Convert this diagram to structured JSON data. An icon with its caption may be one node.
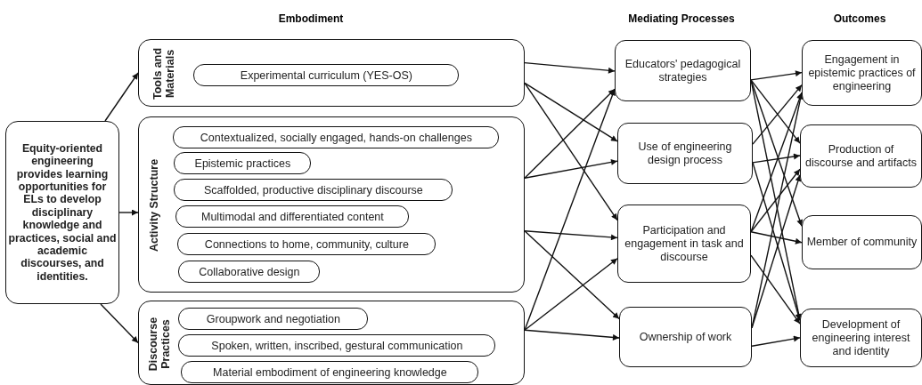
{
  "diagram": {
    "nodes": [
      {
        "text": [
          "Equity-oriented engineering provides learning opportunities for ELs to develop disciplinary knowledge and practices, social and academic discourses, and identities."
        ]
      },
      {
        "text": [
          "Tools and Materials"
        ]
      },
      {
        "text": [
          "Experimental curriculum (YES-OS)"
        ],
        "in": 1
      },
      {
        "text": [
          "Activity Structure"
        ]
      },
      {
        "text": [
          "Contextualized, socially engaged, hands-on challenges"
        ],
        "in": 3
      },
      {
        "text": [
          "Epistemic practices"
        ],
        "in": 3
      },
      {
        "text": [
          "Scaffolded, productive disciplinary discourse"
        ],
        "in": 3
      },
      {
        "text": [
          "Multimodal and differentiated content"
        ],
        "in": 3
      },
      {
        "text": [
          "Connections to home, community, culture"
        ],
        "in": 3
      },
      {
        "text": [
          "Collaborative design"
        ],
        "in": 3
      },
      {
        "text": [
          "Discourse Practices"
        ]
      },
      {
        "text": [
          "Groupwork and negotiation"
        ],
        "in": 10
      },
      {
        "text": [
          "Spoken, written, inscribed, gestural communication"
        ],
        "in": 10
      },
      {
        "text": [
          "Material embodiment of engineering knowledge"
        ],
        "in": 10
      },
      {
        "text": [
          "Educators' pedagogical strategies"
        ]
      },
      {
        "text": [
          "Use of engineering design process"
        ]
      },
      {
        "text": [
          "Participation and engagement in task and discourse"
        ]
      },
      {
        "text": [
          "Ownership of work"
        ]
      },
      {
        "text": [
          "Engagement in epistemic practices of engineering"
        ]
      },
      {
        "text": [
          "Production of discourse and artifacts"
        ]
      },
      {
        "text": [
          "Member of community"
        ]
      },
      {
        "text": [
          "Development of engineering interest and identity"
        ]
      }
    ],
    "edges": [
      {
        "from": 0,
        "to": 1,
        "arrow": "to"
      },
      {
        "from": 0,
        "to": 3,
        "arrow": "to"
      },
      {
        "from": 0,
        "to": 10,
        "arrow": "to"
      },
      {
        "from": 1,
        "to": 14,
        "arrow": "to"
      },
      {
        "from": 1,
        "to": 15,
        "arrow": "to"
      },
      {
        "from": 1,
        "to": 16,
        "arrow": "to"
      },
      {
        "from": 3,
        "to": 14,
        "arrow": "to"
      },
      {
        "from": 3,
        "to": 15,
        "arrow": "to"
      },
      {
        "from": 3,
        "to": 16,
        "arrow": "to"
      },
      {
        "from": 3,
        "to": 17,
        "arrow": "to"
      },
      {
        "from": 10,
        "to": 14,
        "arrow": "to"
      },
      {
        "from": 10,
        "to": 16,
        "arrow": "to"
      },
      {
        "from": 10,
        "to": 17,
        "arrow": "to"
      },
      {
        "from": 14,
        "to": 18,
        "arrow": "to"
      },
      {
        "from": 14,
        "to": 19,
        "arrow": "to"
      },
      {
        "from": 14,
        "to": 20,
        "arrow": "to"
      },
      {
        "from": 14,
        "to": 21,
        "arrow": "to"
      },
      {
        "from": 15,
        "to": 18,
        "arrow": "to"
      },
      {
        "from": 15,
        "to": 19,
        "arrow": "to"
      },
      {
        "from": 15,
        "to": 21,
        "arrow": "to"
      },
      {
        "from": 16,
        "to": 18,
        "arrow": "to"
      },
      {
        "from": 16,
        "to": 19,
        "arrow": "to"
      },
      {
        "from": 16,
        "to": 20,
        "arrow": "to"
      },
      {
        "from": 16,
        "to": 21,
        "arrow": "to"
      },
      {
        "from": 17,
        "to": 18,
        "arrow": "to"
      },
      {
        "from": 17,
        "to": 19,
        "arrow": "to"
      },
      {
        "from": 17,
        "to": 21,
        "arrow": "to"
      }
    ],
    "labels": [
      "Embodiment",
      "Mediating Processes",
      "Outcomes"
    ]
  }
}
